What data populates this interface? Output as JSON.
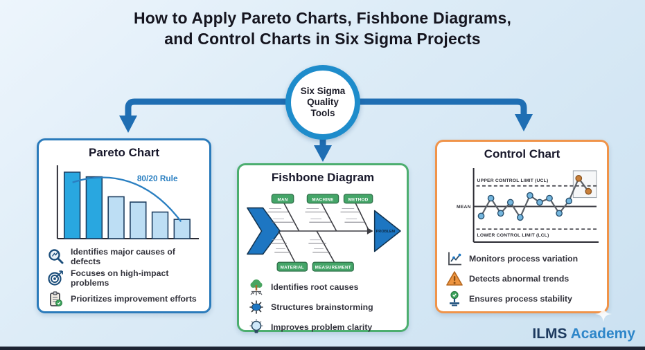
{
  "title": {
    "line1": "How to Apply Pareto Charts, Fishbone Diagrams,",
    "line2": "and Control Charts in Six Sigma Projects"
  },
  "hub": {
    "line1": "Six Sigma",
    "line2": "Quality",
    "line3": "Tools"
  },
  "cards": {
    "pareto": {
      "title": "Pareto Chart",
      "annotation": "80/20 Rule",
      "features": [
        {
          "icon": "magnifier-icon",
          "label": "Identifies major causes of defects"
        },
        {
          "icon": "target-icon",
          "label": "Focuses on high-impact problems"
        },
        {
          "icon": "clipboard-icon",
          "label": "Prioritizes improvement efforts"
        }
      ]
    },
    "fishbone": {
      "title": "Fishbone Diagram",
      "top_categories": [
        "MAN",
        "MACHINE",
        "METHOD"
      ],
      "bottom_categories": [
        "MATERIAL",
        "MEASUREMENT"
      ],
      "effect_label": "PROBLEM",
      "features": [
        {
          "icon": "tree-roots-icon",
          "label": "Identifies root causes"
        },
        {
          "icon": "brainstorm-icon",
          "label": "Structures brainstorming"
        },
        {
          "icon": "lightbulb-icon",
          "label": "Improves problem clarity"
        }
      ]
    },
    "control": {
      "title": "Control Chart",
      "ucl_label": "UPPER CONTROL LIMIT (UCL)",
      "mean_label": "MEAN",
      "lcl_label": "LOWER CONTROL LIMIT (LCL)",
      "features": [
        {
          "icon": "line-chart-icon",
          "label": "Monitors process variation"
        },
        {
          "icon": "warning-icon",
          "label": "Detects abnormal trends"
        },
        {
          "icon": "stability-icon",
          "label": "Ensures process stability"
        }
      ]
    }
  },
  "logo": {
    "part1": "ILMS",
    "part2": "Academy"
  },
  "colors": {
    "pareto_accent": "#2b7bbb",
    "fishbone_accent": "#4cae6f",
    "control_accent": "#f0944a",
    "hub_ring": "#1e8ccb",
    "arrow": "#1f6eb3",
    "bar_major": "#29a7e0",
    "bar_minor": "#bddef4",
    "point_normal": "#74b6de",
    "point_out_of_control": "#c9803b"
  },
  "chart_data": [
    {
      "type": "bar",
      "title": "Pareto Chart",
      "values": [
        100,
        93,
        63,
        55,
        40,
        29
      ],
      "highlighted_bars": 2,
      "annotation": "80/20 Rule"
    },
    {
      "type": "line",
      "title": "Control Chart",
      "values": [
        36,
        62,
        40,
        56,
        34,
        66,
        56,
        62,
        40,
        58,
        91,
        72
      ],
      "mean": 50,
      "ucl": 80,
      "lcl": 20,
      "out_of_control_indices": [
        10,
        11
      ],
      "labels": {
        "ucl": "UPPER CONTROL LIMIT (UCL)",
        "mean": "MEAN",
        "lcl": "LOWER CONTROL LIMIT (LCL)"
      }
    }
  ]
}
